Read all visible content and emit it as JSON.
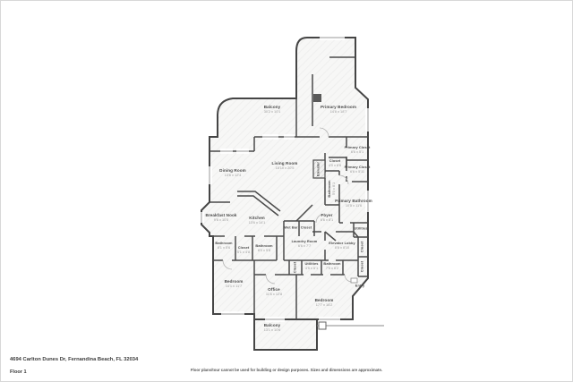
{
  "footer": {
    "address": "4694 Carlton Dunes Dr, Fernandina Beach, FL 32034",
    "floor": "Floor 1",
    "disclaimer": "Floor plans/tour cannot be used for building or design purposes. Sizes and dimensions are approximate."
  },
  "colors": {
    "wall": "#454545",
    "floor_fill": "#f7f7f6",
    "hatch_line": "#ededec",
    "dim_text": "#9a9a9a",
    "label_text": "#4a4a4a"
  },
  "rooms": {
    "balcony_top": {
      "name": "Balcony",
      "dims": "30'2 x 10'1"
    },
    "primary_bedroom": {
      "name": "Primary Bedroom",
      "dims": "14'8 x 18'7"
    },
    "living_room": {
      "name": "Living Room",
      "dims": "18'10 x 20'5"
    },
    "dining_room": {
      "name": "Dining Room",
      "dims": "13'6 x 12'4"
    },
    "primary_closet_1": {
      "name": "Primary Closet",
      "dims": "6'6 x 5'1"
    },
    "primary_closet_2": {
      "name": "Primary Closet",
      "dims": "6'6 x 5'11"
    },
    "closet_mid": {
      "name": "Closet",
      "dims": "4'0 x 6'6"
    },
    "elevator": {
      "name": "Elevator"
    },
    "bathroom_mid": {
      "name": "Bathroom",
      "dims": "5'0 x 8'1"
    },
    "primary_bathroom": {
      "name": "Primary Bathroom",
      "dims": "10'5 x 11'6"
    },
    "breakfast_nook": {
      "name": "Breakfast Nook",
      "dims": "9'6 x 10'5"
    },
    "kitchen": {
      "name": "Kitchen",
      "dims": "13'6 x 14'1"
    },
    "wet_bar": {
      "name": "Wet Bar"
    },
    "closet_foyer": {
      "name": "Closet"
    },
    "foyer": {
      "name": "Foyer",
      "dims": "6'6 x 8'1"
    },
    "laundry_room": {
      "name": "Laundry Room",
      "dims": "6'6 x 7'7"
    },
    "elevator_lobby": {
      "name": "Elevator Lobby",
      "dims": "8'8 x 8'10"
    },
    "utilities_top": {
      "name": "Utilities",
      "dims": "4'0 x 3'7"
    },
    "closet_right_1": {
      "name": "Closet"
    },
    "bathroom_left": {
      "name": "Bathroom",
      "dims": "8'1 x 5'6"
    },
    "closet_hall": {
      "name": "Closet",
      "dims": "5'1 x 4'8"
    },
    "bathroom_center": {
      "name": "Bathroom",
      "dims": "8'0 x 5'8"
    },
    "bedroom_left": {
      "name": "Bedroom",
      "dims": "14'1 x 11'7"
    },
    "office": {
      "name": "Office",
      "dims": "11'6 x 12'8"
    },
    "closet_small": {
      "name": "Closet"
    },
    "utilities_bottom": {
      "name": "Utilities",
      "dims": "4'5 x 6'1"
    },
    "bathroom_bottom": {
      "name": "Bathroom",
      "dims": "7'5 x 6'2"
    },
    "bedroom_right": {
      "name": "Bedroom",
      "dims": "17'7 x 16'2"
    },
    "closet_right_2": {
      "name": "Closet"
    },
    "entry": {
      "name": "Entry"
    },
    "balcony_bottom": {
      "name": "Balcony",
      "dims": "13'1 x 10'6"
    }
  }
}
